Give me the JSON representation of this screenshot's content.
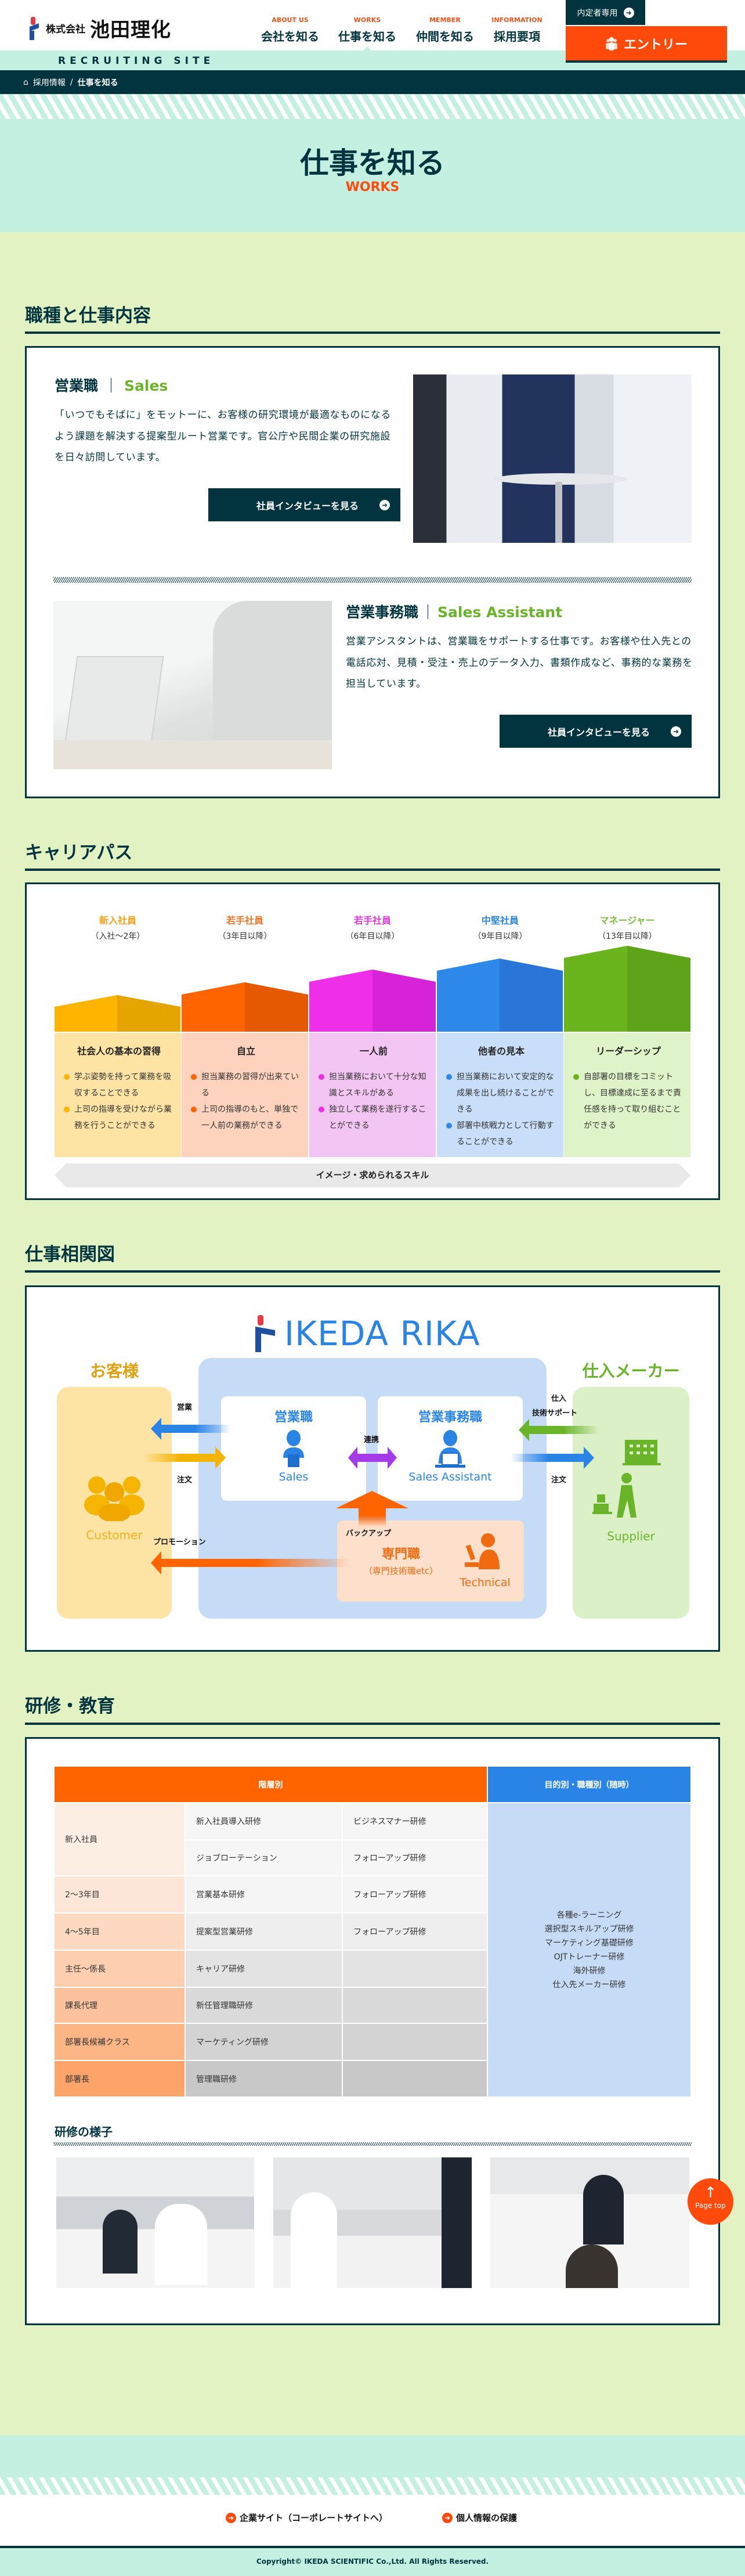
{
  "header": {
    "logo_text": "株式会社",
    "logo_name": "池田理化",
    "nav": [
      {
        "en": "ABOUT US",
        "ja": "会社を知る"
      },
      {
        "en": "WORKS",
        "ja": "仕事を知る"
      },
      {
        "en": "MEMBER",
        "ja": "仲間を知る"
      },
      {
        "en": "INFORMATION",
        "ja": "採用要項"
      }
    ],
    "naiteisha": "内定者専用",
    "entry": "エントリー",
    "recruiting": "RECRUITING SITE"
  },
  "breadcrumb": [
    "採用情報",
    "/",
    "仕事を知る"
  ],
  "hero": {
    "title": "仕事を知る",
    "subtitle": "WORKS"
  },
  "jobs": {
    "heading": "職種と仕事内容",
    "items": [
      {
        "ja": "営業職",
        "sep": "｜",
        "en": "Sales",
        "desc": "「いつでもそばに」をモットーに、お客様の研究環境が最適なものになるよう課題を解決する提案型ルート営業です。官公庁や民間企業の研究施設を日々訪問しています。",
        "button": "社員インタビューを見る"
      },
      {
        "ja": "営業事務職",
        "sep": "｜",
        "en": "Sales Assistant",
        "desc": "営業アシスタントは、営業職をサポートする仕事です。お客様や仕入先との電話応対、見積・受注・売上のデータ入力、書類作成など、事務的な業務を担当しています。",
        "button": "社員インタビューを見る"
      }
    ]
  },
  "career": {
    "heading": "キャリアパス",
    "stages": [
      {
        "title": "新入社員",
        "sub": "（入社～2年）",
        "head": "社会人の基本の習得",
        "bullets": [
          "学ぶ姿勢を持って業務を吸収することできる",
          "上司の指導を受けながら業務を行うことができる"
        ],
        "color": "#f5a318"
      },
      {
        "title": "若手社員",
        "sub": "（3年目以降）",
        "head": "自立",
        "bullets": [
          "担当業務の習得が出来ている",
          "上司の指導のもと、単独で一人前の業務ができる"
        ],
        "color": "#f2772a"
      },
      {
        "title": "若手社員",
        "sub": "（6年目以降）",
        "head": "一人前",
        "bullets": [
          "担当業務において十分な知識とスキルがある",
          "独立して業務を遂行することができる"
        ],
        "color": "#e03ad8"
      },
      {
        "title": "中堅社員",
        "sub": "（9年目以降）",
        "head": "他者の見本",
        "bullets": [
          "担当業務において安定的な成果を出し続けることができる",
          "部署中核戦力として行動することができる"
        ],
        "color": "#2f86e0"
      },
      {
        "title": "マネージャー",
        "sub": "（13年目以降）",
        "head": "リーダーシップ",
        "bullets": [
          "自部署の目標をコミットし、目標達成に至るまで責任感を持って取り組むことができる"
        ],
        "color": "#7cc03a"
      }
    ],
    "arrow_label": "イメージ・求められるスキル"
  },
  "diagram": {
    "heading": "仕事相関図",
    "logo": "IKEDA RIKA",
    "customer": {
      "ja": "お客様",
      "en": "Customer"
    },
    "supplier": {
      "ja": "仕入メーカー",
      "en": "Supplier"
    },
    "sales": {
      "ja": "営業職",
      "en": "Sales"
    },
    "assistant": {
      "ja": "営業事務職",
      "en": "Sales Assistant"
    },
    "technical": {
      "ja": "専門職",
      "sub": "（専門技術職etc）",
      "en": "Technical"
    },
    "labels": {
      "sales": "営業",
      "order": "注文",
      "promotion": "プロモーション",
      "link": "連携",
      "backup": "バックアップ",
      "purchase": "仕入",
      "tech_support": "技術サポート",
      "order2": "注文"
    }
  },
  "training": {
    "heading": "研修・教育",
    "header_left": "階層別",
    "header_right": "目的別・職種別（随時）",
    "rows": [
      {
        "level": "新入社員",
        "a": "新入社員導入研修",
        "b": "ビジネスマナー研修",
        "a2": "ジョブローテーション",
        "b2": "フォローアップ研修"
      },
      {
        "level": "2～3年目",
        "a": "営業基本研修",
        "b": "フォローアップ研修"
      },
      {
        "level": "4～5年目",
        "a": "提案型営業研修",
        "b": "フォローアップ研修"
      },
      {
        "level": "主任～係長",
        "a": "キャリア研修",
        "b": ""
      },
      {
        "level": "課長代理",
        "a": "新任管理職研修",
        "b": ""
      },
      {
        "level": "部署長候補クラス",
        "a": "マーケティング研修",
        "b": ""
      },
      {
        "level": "部署長",
        "a": "管理職研修",
        "b": ""
      }
    ],
    "right_items": [
      "各種e-ラーニング",
      "選択型スキルアップ研修",
      "マーケティング基礎研修",
      "OJTトレーナー研修",
      "海外研修",
      "仕入先メーカー研修"
    ],
    "photos_heading": "研修の様子"
  },
  "page_top": "Page top",
  "footer": {
    "links": [
      "企業サイト（コーポレートサイトへ）",
      "個人情報の保護"
    ],
    "copyright": "Copyright© IKEDA SCIENTIFIC Co.,Ltd. All Rights Reserved."
  }
}
